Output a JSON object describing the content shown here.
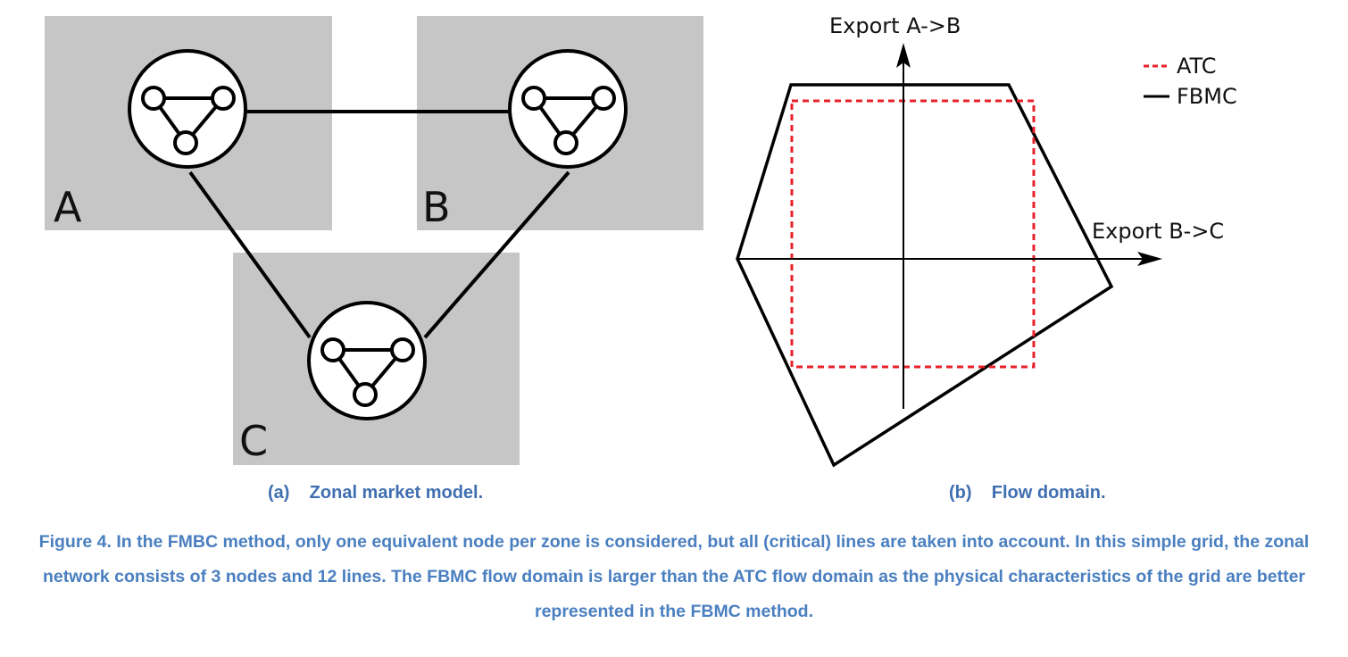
{
  "panel_a": {
    "zones": [
      {
        "label": "A"
      },
      {
        "label": "B"
      },
      {
        "label": "C"
      }
    ],
    "subcaption": "(a)    Zonal market model."
  },
  "panel_b": {
    "y_axis_label": "Export A->B",
    "x_axis_label": "Export B->C",
    "legend": [
      {
        "label": "ATC",
        "color": "#e8202a",
        "style": "dashed"
      },
      {
        "label": "FBMC",
        "color": "#000000",
        "style": "solid"
      }
    ],
    "subcaption": "(b)    Flow domain."
  },
  "caption": "Figure 4. In the FMBC method, only one equivalent node per zone is considered, but all (critical) lines are taken into account. In this simple grid, the zonal network consists of 3 nodes and 12 lines. The FBMC flow domain is larger than the ATC flow domain as the physical characteristics of the grid are better represented in the FBMC method.",
  "colors": {
    "zone_fill": "#c6c6c6",
    "atc": "#e8202a",
    "fbmc": "#000000",
    "caption": "#4a7fc0"
  }
}
